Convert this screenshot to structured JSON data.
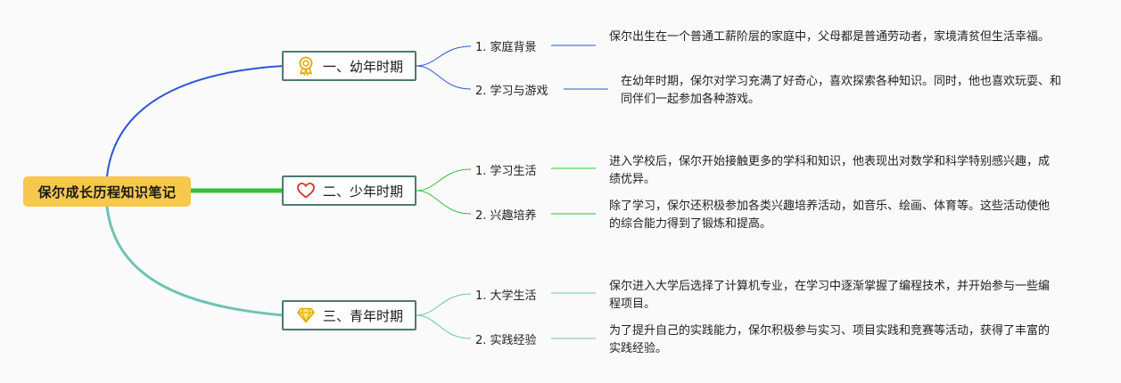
{
  "root": {
    "title": "保尔成长历程知识笔记"
  },
  "branches": [
    {
      "title": "一、幼年时期",
      "icon": "medal-icon",
      "color": "#2d56d6",
      "items": [
        {
          "label": "1. 家庭背景",
          "desc": "保尔出生在一个普通工薪阶层的家庭中，父母都是普通劳动者，家境清贫但生活幸福。"
        },
        {
          "label": "2. 学习与游戏",
          "desc": "在幼年时期，保尔对学习充满了好奇心，喜欢探索各种知识。同时，他也喜欢玩耍、和同伴们一起参加各种游戏。"
        }
      ]
    },
    {
      "title": "二、少年时期",
      "icon": "heart-icon",
      "color": "#2dc43b",
      "items": [
        {
          "label": "1. 学习生活",
          "desc": "进入学校后，保尔开始接触更多的学科和知识，他表现出对数学和科学特别感兴趣，成绩优异。"
        },
        {
          "label": "2. 兴趣培养",
          "desc": "除了学习，保尔还积极参加各类兴趣培养活动，如音乐、绘画、体育等。这些活动使他的综合能力得到了锻炼和提高。"
        }
      ]
    },
    {
      "title": "三、青年时期",
      "icon": "diamond-icon",
      "color": "#6fc3b3",
      "items": [
        {
          "label": "1. 大学生活",
          "desc": "保尔进入大学后选择了计算机专业，在学习中逐渐掌握了编程技术，并开始参与一些编程项目。"
        },
        {
          "label": "2. 实践经验",
          "desc": "为了提升自己的实践能力，保尔积极参与实习、项目实践和竞赛等活动，获得了丰富的实践经验。"
        }
      ]
    }
  ]
}
